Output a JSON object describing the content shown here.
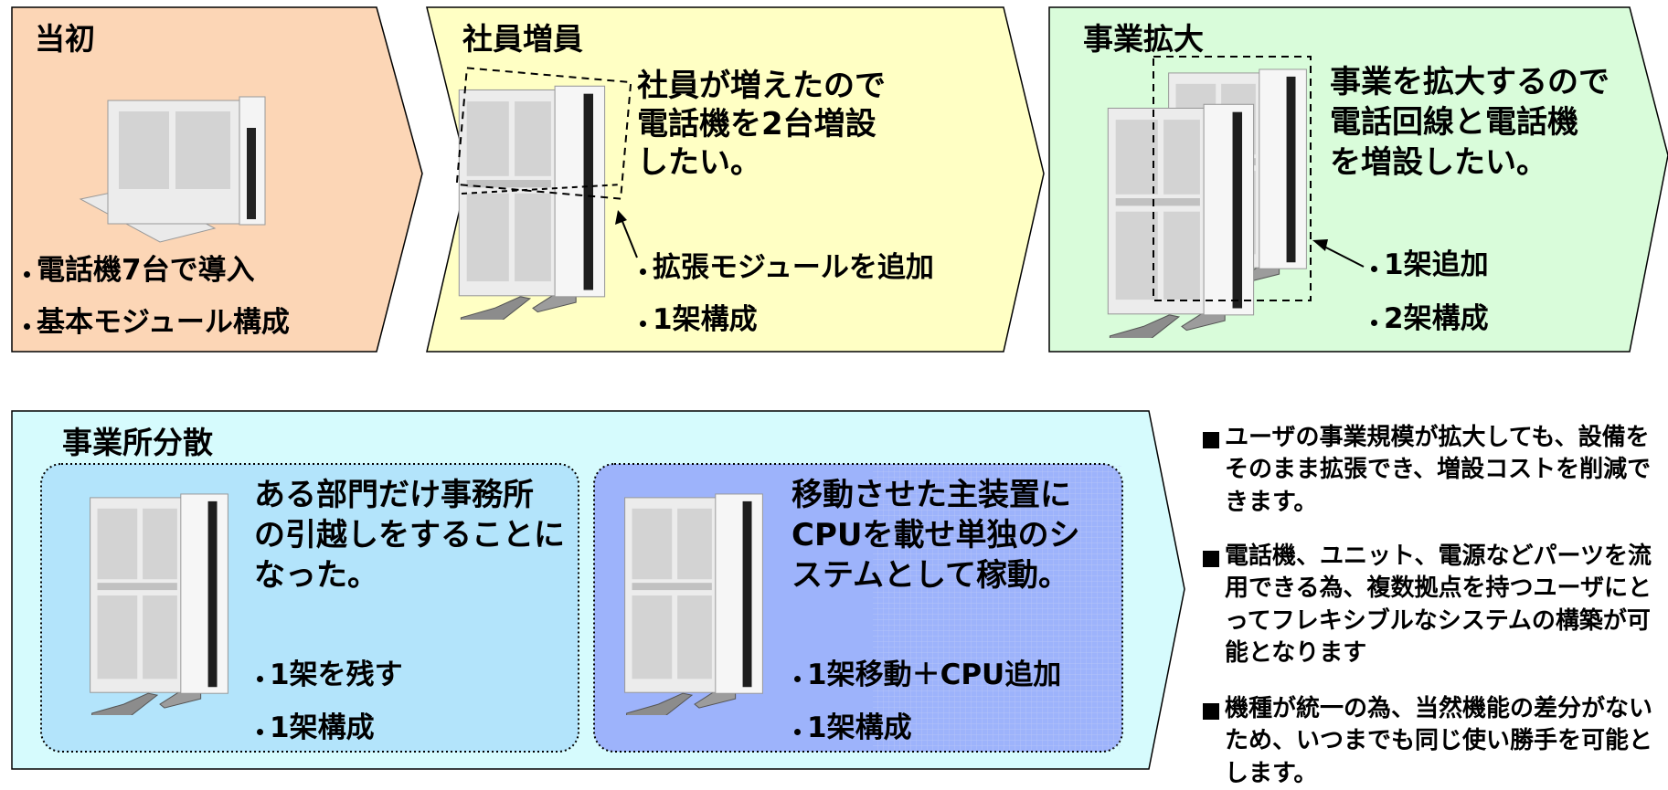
{
  "stages": [
    {
      "title": "当初",
      "caption": "",
      "bullets": [
        "電話機7台で導入",
        "基本モジュール構成"
      ]
    },
    {
      "title": "社員増員",
      "caption": [
        "社員が増えたので",
        "電話機を2台増設",
        "したい。"
      ],
      "bullets": [
        "拡張モジュールを追加",
        "1架構成"
      ]
    },
    {
      "title": "事業拡大",
      "caption": [
        "事業を拡大するので",
        "電話回線と電話機",
        "を増設したい。"
      ],
      "bullets": [
        "1架追加",
        "2架構成"
      ]
    }
  ],
  "dispersal": {
    "title": "事業所分散",
    "left": {
      "caption": [
        "ある部門だけ事務所",
        "の引越しをすることに",
        "なった。"
      ],
      "bullets": [
        "1架を残す",
        "1架構成"
      ]
    },
    "right": {
      "caption": [
        "移動させた主装置に",
        "CPUを載せ単独のシ",
        "ステムとして稼動。"
      ],
      "bullets": [
        "1架移動＋CPU追加",
        "1架構成"
      ]
    }
  },
  "benefits": [
    "ユーザの事業規模が拡大しても、設備をそのまま拡張でき、増設コストを削減できます。",
    "電話機、ユニット、電源などパーツを流用できる為、複数拠点を持つユーザにとってフレキシブルなシステムの構築が可能となります",
    "機種が統一の為、当然機能の差分がないため、いつまでも同じ使い勝手を可能とします。"
  ],
  "colors": {
    "stage1": "#fcd6b6",
    "stage2": "#ffffc4",
    "stage3": "#d9fcda",
    "dispersal": "#d6fbfd",
    "inner_left": "#b3e4fb",
    "inner_right": "#9db3fb"
  },
  "icons": {
    "device": "pbx-server-cabinet-icon",
    "arrow": "pointer-arrow-icon",
    "bullet": "bullet-dot",
    "benefit_marker": "black-square-bullet"
  }
}
